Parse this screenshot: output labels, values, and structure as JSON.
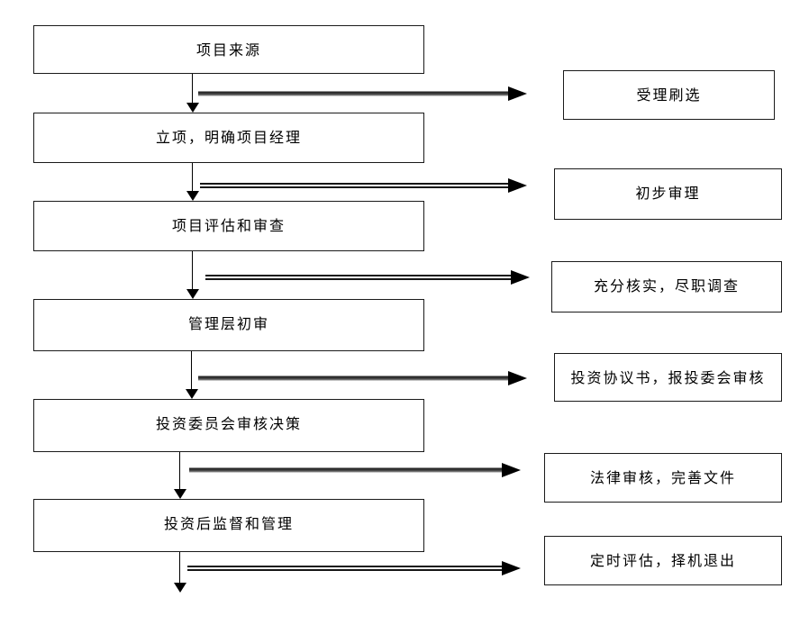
{
  "diagram": {
    "type": "flowchart",
    "colors": {
      "box_border": "#1a1a1a",
      "box_background": "#ffffff",
      "arrow": "#161616",
      "page_background": "#ffffff"
    },
    "main_steps": [
      {
        "label": "项目来源"
      },
      {
        "label": "立项，明确项目经理"
      },
      {
        "label": "项目评估和审查"
      },
      {
        "label": "管理层初审"
      },
      {
        "label": "投资委员会审核决策"
      },
      {
        "label": "投资后监督和管理"
      }
    ],
    "side_steps": [
      {
        "label": "受理刷选"
      },
      {
        "label": "初步审理"
      },
      {
        "label": "充分核实，尽职调查"
      },
      {
        "label": "投资协议书，报投委会审核"
      },
      {
        "label": "法律审核，完善文件"
      },
      {
        "label": "定时评估，择机退出"
      }
    ]
  }
}
